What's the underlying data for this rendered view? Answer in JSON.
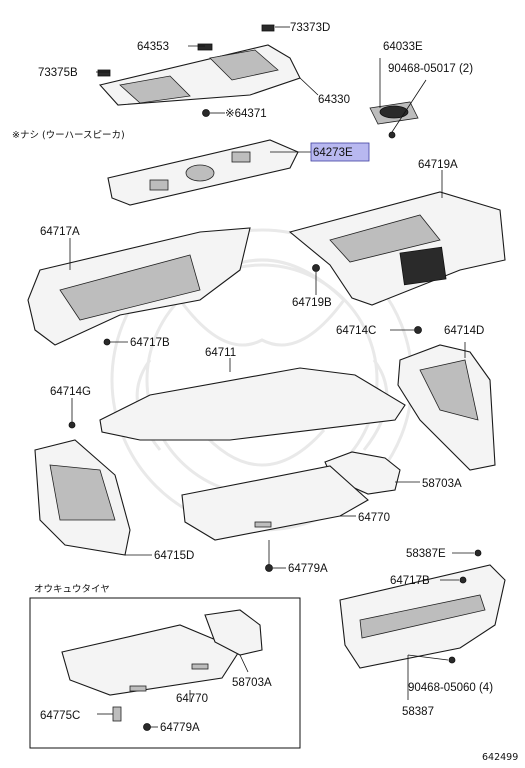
{
  "diagram": {
    "note_top": "※ナシ (ウーハースピーカ)",
    "note_spare": "オウキュウタイヤ",
    "highlight_color": "#b8b8f0",
    "footer_code": "642499",
    "labels": {
      "p73373D": "73373D",
      "p64353": "64353",
      "p64033E": "64033E",
      "p73375B": "73375B",
      "p90468_05017": "90468-05017 (2)",
      "p64330": "64330",
      "p64371": "※64371",
      "p64273E": "64273E",
      "p64719A": "64719A",
      "p64717A": "64717A",
      "p64719B": "64719B",
      "p64714C": "64714C",
      "p64714D": "64714D",
      "p64717B_a": "64717B",
      "p64711": "64711",
      "p64714G": "64714G",
      "p58703A_a": "58703A",
      "p64770_a": "64770",
      "p64715D": "64715D",
      "p58387E": "58387E",
      "p64779A_a": "64779A",
      "p64717B_b": "64717B",
      "p58703A_b": "58703A",
      "p64770_b": "64770",
      "p90468_05060": "90468-05060 (4)",
      "p64775C": "64775C",
      "p64779A_b": "64779A",
      "p58387": "58387"
    }
  }
}
